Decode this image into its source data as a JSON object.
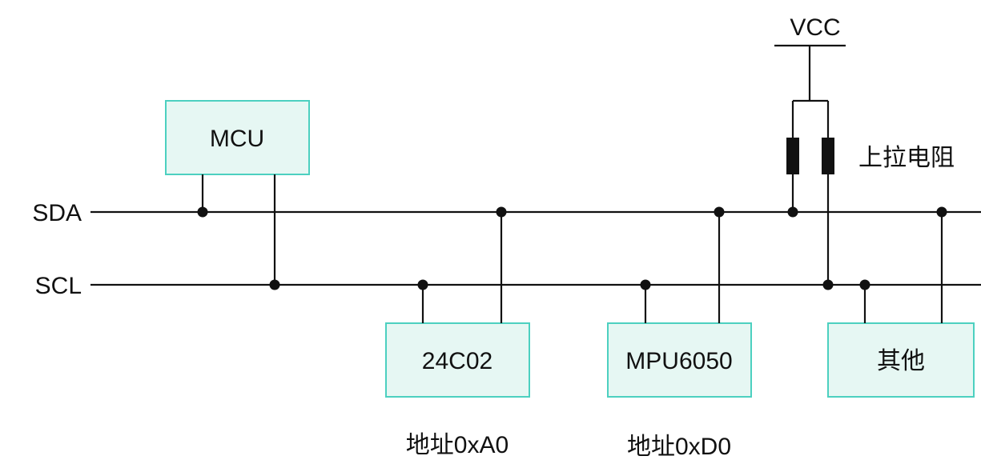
{
  "bus": {
    "sda_label": "SDA",
    "scl_label": "SCL"
  },
  "power": {
    "vcc_label": "VCC",
    "pullup_label": "上拉电阻"
  },
  "devices": {
    "mcu": {
      "label": "MCU"
    },
    "eeprom": {
      "label": "24C02",
      "address": "地址0xA0"
    },
    "imu": {
      "label": "MPU6050",
      "address": "地址0xD0"
    },
    "other": {
      "label": "其他"
    }
  },
  "colors": {
    "box_fill": "#e6f7f3",
    "box_border": "#4cd0c0",
    "wire": "#111111"
  }
}
